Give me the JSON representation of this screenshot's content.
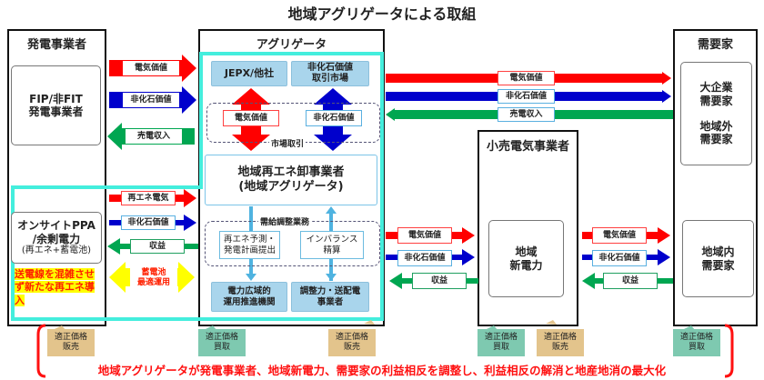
{
  "title": "地域アグリゲータによる取組",
  "generator": {
    "header": "発電事業者",
    "fip": "FIP/非FIT\n発電事業者",
    "onsite_1": "オンサイトPPA",
    "onsite_2": "/余剰電力",
    "onsite_3": "(再エネ+蓄電池)",
    "note": "送電線を混雑させず新たな再エネ導入"
  },
  "aggregator": {
    "header": "アグリゲータ",
    "jepx": "JEPX/他社",
    "nonfossil_market": "非化石価値\n取引市場",
    "elec_value": "電気価値",
    "nonfossil_value": "非化石価値",
    "market_trade": "市場取引",
    "wholesaler_1": "地域再エネ卸事業者",
    "wholesaler_2": "(地域アグリゲータ)",
    "balancing": "需給調整業務",
    "forecast": "再エネ予測・\n発電計画提出",
    "imbalance": "インバランス\n精算",
    "occto": "電力広域的\n運用推進機関",
    "tso": "調整力・送配電\n事業者"
  },
  "flows": {
    "elec": "電気価値",
    "nonfossil": "非化石価値",
    "sales_income": "売電収入",
    "re_elec": "再エネ電気",
    "revenue": "収益",
    "battery": "蓄電池\n最適運用"
  },
  "retailer": {
    "header": "小売電気事業者",
    "local": "地域\n新電力"
  },
  "consumer": {
    "header": "需要家",
    "large": "大企業\n需要家",
    "outside": "地域外\n需要家",
    "inside": "地域内\n需要家"
  },
  "callouts": {
    "sell": "適正価格\n販売",
    "buy": "適正価格\n買取"
  },
  "summary": "地域アグリゲータが発電事業者、地域新電力、需要家の利益相反を調整し、利益相反の解消と地産地消の最大化"
}
